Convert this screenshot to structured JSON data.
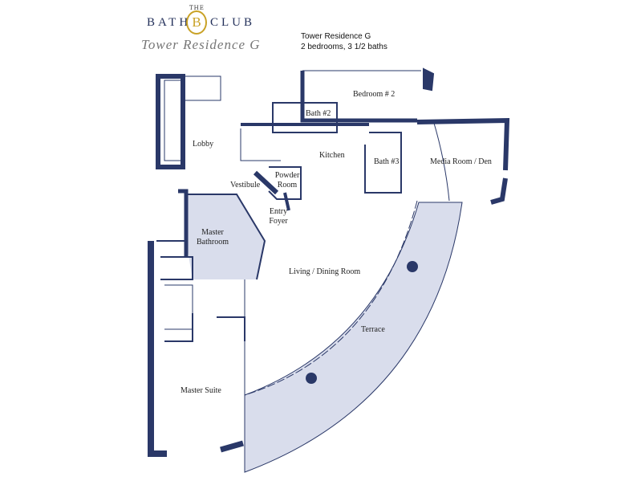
{
  "logo": {
    "the": "THE",
    "left": "BATH",
    "right": "CLUB",
    "mark": "B",
    "subtitle": "Tower Residence G"
  },
  "info": {
    "title": "Tower Residence G",
    "subtitle": "2 bedrooms, 3 1/2 baths"
  },
  "rooms": {
    "bedroom2": "Bedroom # 2",
    "bath2": "Bath #2",
    "lobby": "Lobby",
    "kitchen": "Kitchen",
    "bath3": "Bath #3",
    "media": "Media Room / Den",
    "vestibule": "Vestibule",
    "powder": "Powder Room",
    "entry": "Entry Foyer",
    "master_bath": "Master Bathroom",
    "living": "Living / Dining Room",
    "terrace": "Terrace",
    "master_suite": "Master Suite"
  },
  "colors": {
    "wall": "#2a3868",
    "terrace": "#d9ddec",
    "accent": "#c9a227"
  }
}
